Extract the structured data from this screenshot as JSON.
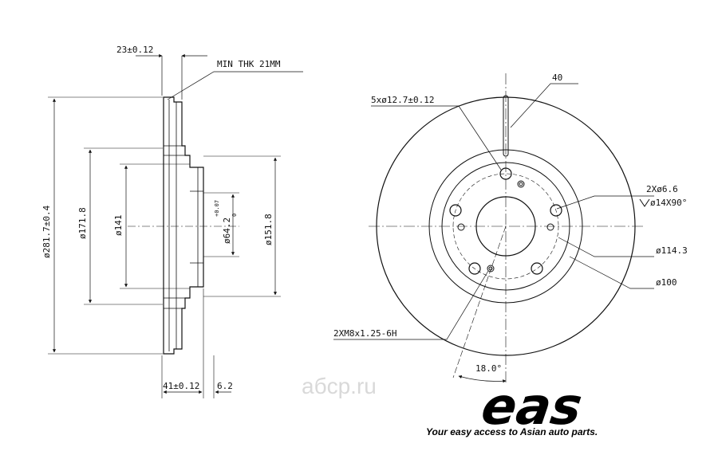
{
  "side_view": {
    "thickness_top": "23±0.12",
    "min_thickness": "MIN THK 21MM",
    "outer_diameter": "ø281.7±0.4",
    "dia_171": "ø171.8",
    "dia_141": "ø141",
    "center_bore": "ø64.2",
    "center_bore_tol_upper": "+0.07",
    "center_bore_tol_lower": "0",
    "dia_151": "ø151.8",
    "total_height": "41±0.12",
    "hub_thk": "6.2"
  },
  "front_view": {
    "slot_width": "40",
    "bolt_holes": "5xø12.7±0.12",
    "small_holes": "2Xø6.6",
    "countersink": "ø14X90°",
    "pcd": "ø114.3",
    "inner_dia": "ø100",
    "threads": "2XM8x1.25-6H",
    "angle": "18.0°"
  },
  "branding": {
    "logo": "eas",
    "tagline": "Your easy access to Asian auto parts.",
    "watermark": "aбcp.ru"
  },
  "colors": {
    "ink": "#111111",
    "watermark": "#d9d9d9"
  }
}
